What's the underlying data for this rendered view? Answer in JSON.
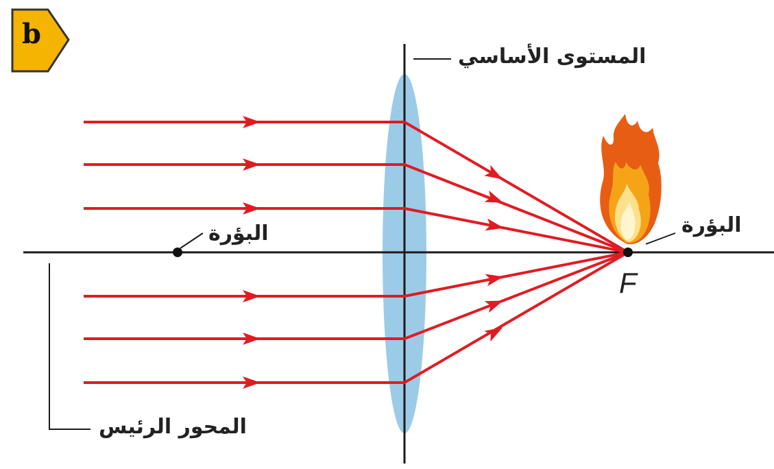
{
  "badge": {
    "letter": "b",
    "color": "#f4b400"
  },
  "labels": {
    "principal_plane": "المستوى الأساسي",
    "focal_point_left": "البؤرة",
    "focal_point_right": "البؤرة",
    "principal_axis": "المحور الرئيس",
    "focal_letter": "F"
  },
  "colors": {
    "ray": "#e11b22",
    "lens": "#9ccbe8",
    "axis": "#1a1a1a"
  },
  "rays": {
    "count": 6
  }
}
